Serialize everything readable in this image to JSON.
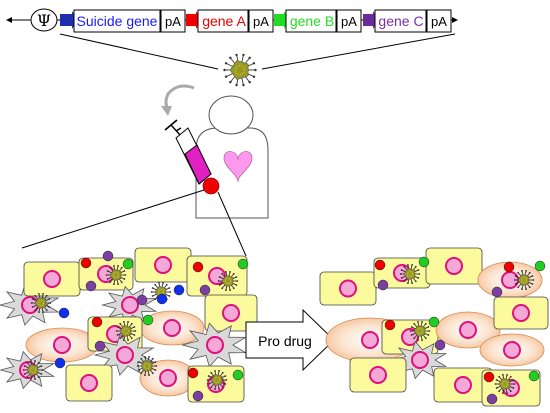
{
  "construct": {
    "psi_label": "Ψ",
    "genes": [
      {
        "label": "Suicide gene",
        "color": "#1a1aff",
        "arrow_color": "#1f2fb0"
      },
      {
        "label": "gene A",
        "color": "#ee0000",
        "arrow_color": "#ee0000"
      },
      {
        "label": "gene B",
        "color": "#22dd22",
        "arrow_color": "#22dd22"
      },
      {
        "label": "gene C",
        "color": "#7a2fa8",
        "arrow_color": "#6b2a9a"
      }
    ],
    "pa_label": "pA"
  },
  "treatment": {
    "arrow_label": "Pro drug"
  },
  "colors": {
    "cell_yellow": "#fbfa9c",
    "cell_orange": "#f9d3b0",
    "nucleus_fill": "#f4a8d8",
    "nucleus_stroke": "#e0107a",
    "heart": "#ff99ee",
    "syringe_barrel": "#e020c0",
    "injection_site": "#ee0000",
    "virus_body": "#9a9a20",
    "marker_red": "#ee0000",
    "marker_green": "#22cc22",
    "marker_blue": "#1030ee",
    "marker_purple": "#7a3fa0"
  },
  "icons": [
    "virus-icon",
    "syringe-icon",
    "heart-icon",
    "rotate-arrow-icon",
    "human-silhouette-icon"
  ]
}
